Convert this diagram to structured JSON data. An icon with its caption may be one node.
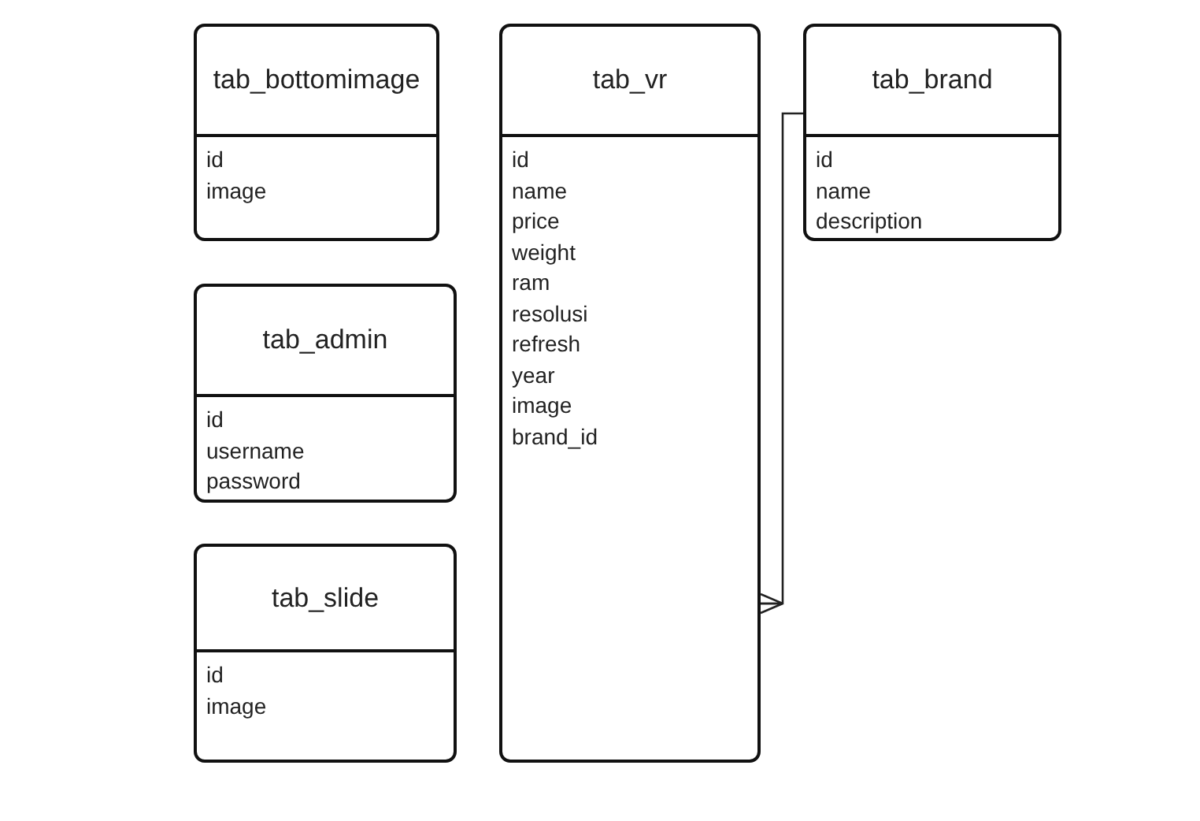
{
  "diagram": {
    "nodes": [
      {
        "text": [
          "tab_bottomimage",
          "id",
          "image"
        ]
      },
      {
        "text": [
          "tab_admin",
          "id",
          "username",
          "password"
        ]
      },
      {
        "text": [
          "tab_slide",
          "id",
          "image"
        ]
      },
      {
        "text": [
          "tab_vr",
          "id",
          "name",
          "price",
          "weight",
          "ram",
          "resolusi",
          "refresh",
          "year",
          "image",
          "brand_id"
        ]
      },
      {
        "text": [
          "tab_brand",
          "id",
          "name",
          "description"
        ]
      }
    ],
    "edges": [
      {
        "from": 4,
        "to": 3,
        "arrow": "other"
      }
    ]
  }
}
